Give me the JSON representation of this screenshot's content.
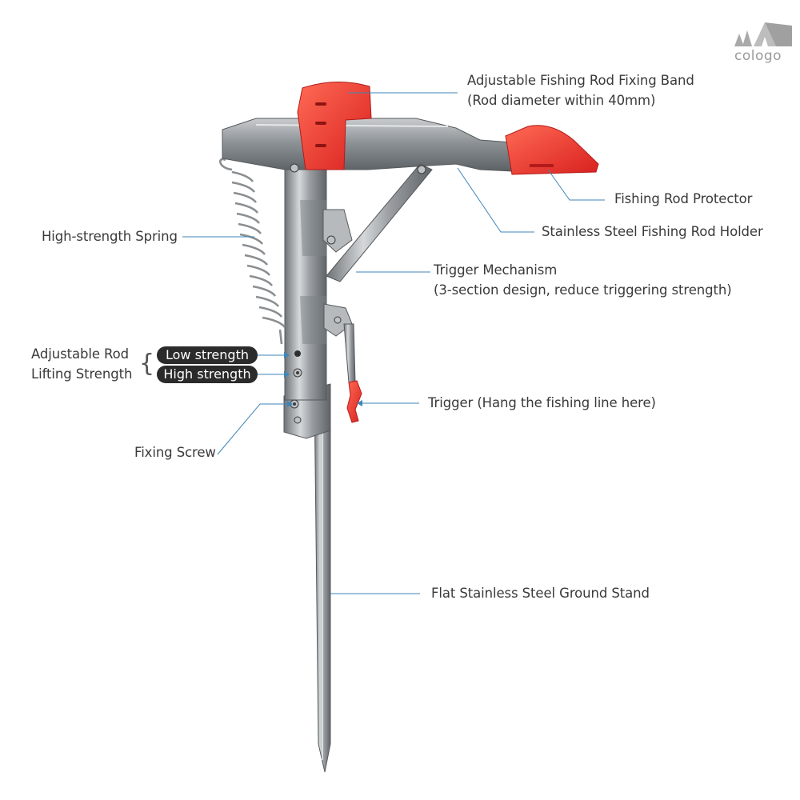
{
  "brand": {
    "logo_text": "cologo"
  },
  "labels": {
    "fixing_band": {
      "line1": "Adjustable Fishing Rod Fixing Band",
      "line2": "(Rod diameter within 40mm)"
    },
    "rod_protector": "Fishing Rod Protector",
    "rod_holder": "Stainless Steel Fishing Rod Holder",
    "spring": "High-strength Spring",
    "trigger_mechanism": {
      "line1": "Trigger Mechanism",
      "line2": "(3-section design, reduce triggering strength)"
    },
    "lifting_strength": {
      "line1": "Adjustable Rod",
      "line2": "Lifting Strength",
      "low": "Low strength",
      "high": "High strength"
    },
    "trigger": "Trigger (Hang the fishing line here)",
    "fixing_screw": "Fixing Screw",
    "ground_stand": "Flat Stainless Steel Ground Stand"
  },
  "colors": {
    "accent_red": "#e8342c",
    "steel": "#a9adb0",
    "leader_line": "#3d86b8",
    "text": "#3a3a3a"
  },
  "icons": {
    "logo": "tent-and-trees-icon"
  }
}
